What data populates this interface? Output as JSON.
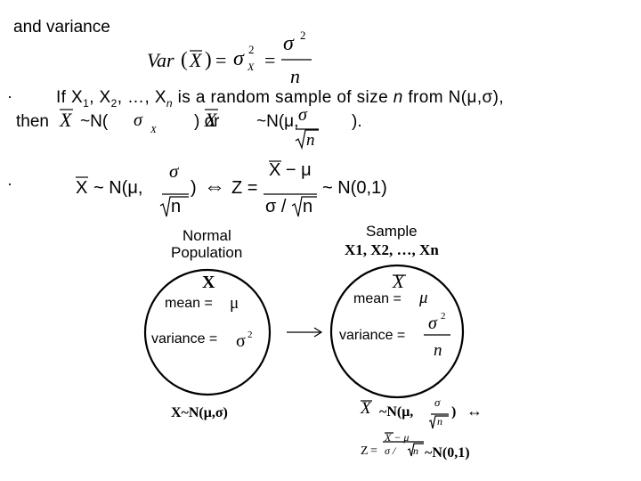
{
  "heading": "and variance",
  "var_formula": {
    "func": "Var",
    "lparen": "(",
    "xbar": "X",
    "rparen": ")",
    "equals": "=",
    "sigma_sq": "σ",
    "sq": "2",
    "sub": "X",
    "equals2": "=",
    "num": "σ",
    "num_sq": "2",
    "den": "n"
  },
  "bullet1": {
    "dot": "·",
    "text": "If X",
    "s1": "1",
    "t2": ", X",
    "s2": "2",
    "t3": ", …, X",
    "sn": "n",
    "t4": " is a random sample of size ",
    "n": "n",
    "t5": " from N(μ,σ),",
    "line2_a": "then",
    "line2_b": "~N(",
    "line2_c": ") or",
    "line2_d": "~N(μ,",
    "line2_e": ").",
    "xbar_a": "X",
    "sigma_x": "σ",
    "sigma_sub": "X",
    "xbar_b": "X",
    "sigma_frac": "σ",
    "sqrt_n": "n"
  },
  "bullet2": {
    "dot": "·",
    "x": "X",
    "tilde_n": "~ N(μ,",
    "sigma": "σ",
    "n": "n",
    "close": ")",
    "iff": "⇔",
    "z": "Z =",
    "num": "X − μ",
    "den": "σ / ",
    "den_n": "n",
    "result": "~ N(0,1)"
  },
  "diagram": {
    "pop_title_1": "Normal",
    "pop_title_2": "Population",
    "pop_var": "X",
    "pop_mean_label": "mean =",
    "pop_mean_val": "μ",
    "pop_var_label": "variance =",
    "pop_var_val": "σ",
    "pop_var_exp": "2",
    "pop_dist": "X~N(μ,σ)",
    "sample_title": "Sample",
    "sample_list": "X1, X2, …, Xn",
    "sample_var": "X",
    "sample_mean_label": "mean =",
    "sample_mean_val": "μ",
    "sample_var_label": "variance =",
    "sample_var_num": "σ",
    "sample_var_num_exp": "2",
    "sample_var_den": "n",
    "sample_dist_x": "X",
    "sample_dist_a": "~N(μ,",
    "sample_dist_sigma": "σ",
    "sample_dist_n": "n",
    "sample_dist_close": ")",
    "sample_dist_arrow": "↔",
    "z_z": "Z",
    "z_eq": "=",
    "z_num": "X − μ",
    "z_den": "σ / ",
    "z_den_n": "n",
    "z_result": "~N(0,1)"
  }
}
